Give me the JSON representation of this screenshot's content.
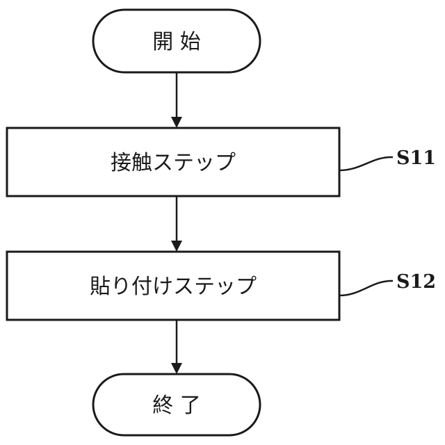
{
  "flowchart": {
    "start": {
      "label": "開 始"
    },
    "step1": {
      "label": "接触ステップ",
      "ref": "S11"
    },
    "step2": {
      "label": "貼り付けステップ",
      "ref": "S12"
    },
    "end": {
      "label": "終 了"
    }
  }
}
